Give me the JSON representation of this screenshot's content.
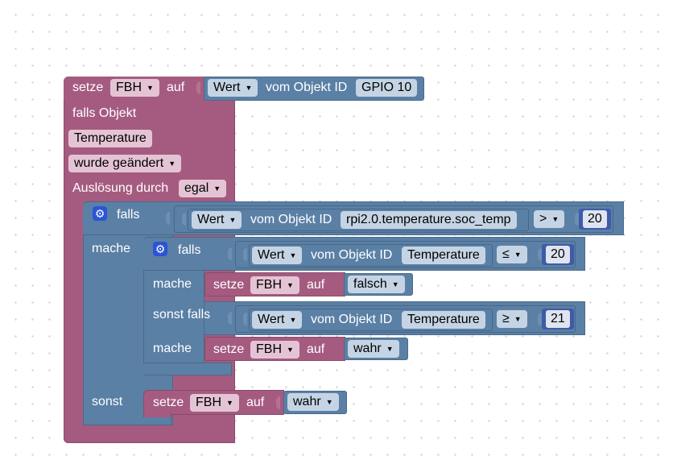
{
  "top": {
    "set_label": "setze",
    "var_value": "FBH",
    "to_label": "auf",
    "value_prop": "Wert",
    "of_object_label": "vom Objekt ID",
    "object_id": "GPIO 10"
  },
  "trigger": {
    "if_object_label": "falls Objekt",
    "object_name": "Temperature",
    "event_value": "wurde geändert",
    "trigger_label": "Auslösung durch",
    "trigger_value": "egal"
  },
  "outer_if": {
    "if_label": "falls",
    "value_prop": "Wert",
    "of_object_label": "vom Objekt ID",
    "object_id": "rpi2.0.temperature.soc_temp",
    "operator": ">",
    "compare_value": "20",
    "do_label": "mache",
    "else_label": "sonst"
  },
  "inner_if": {
    "if_label": "falls",
    "value_prop": "Wert",
    "of_object_label": "vom Objekt ID",
    "object_id": "Temperature",
    "operator": "≤",
    "compare_value": "20",
    "do_label": "mache",
    "set_label": "setze",
    "var_value": "FBH",
    "to_label": "auf",
    "set_value": "falsch"
  },
  "inner_elseif": {
    "elseif_label": "sonst falls",
    "value_prop": "Wert",
    "of_object_label": "vom Objekt ID",
    "object_id": "Temperature",
    "operator": "≥",
    "compare_value": "21",
    "do_label": "mache",
    "set_label": "setze",
    "var_value": "FBH",
    "to_label": "auf",
    "set_value": "wahr"
  },
  "else_branch": {
    "set_label": "setze",
    "var_value": "FBH",
    "to_label": "auf",
    "set_value": "wahr"
  }
}
